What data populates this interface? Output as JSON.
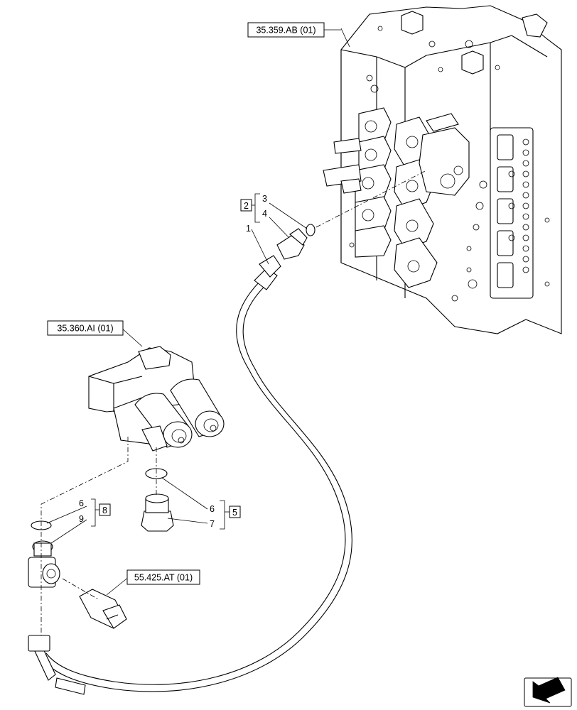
{
  "references": [
    {
      "id": "ref-valve-block",
      "label": "35.359.AB (01)"
    },
    {
      "id": "ref-solenoid",
      "label": "35.360.AI (01)"
    },
    {
      "id": "ref-sensor",
      "label": "55.425.AT (01)"
    }
  ],
  "callouts": {
    "c1": "1",
    "c3": "3",
    "c4": "4",
    "c6a": "6",
    "c9": "9",
    "c6b": "6",
    "c7": "7"
  },
  "kits": {
    "k2": "2",
    "k8": "8",
    "k5": "5"
  },
  "nav_icon": "arrow-navigation-icon"
}
